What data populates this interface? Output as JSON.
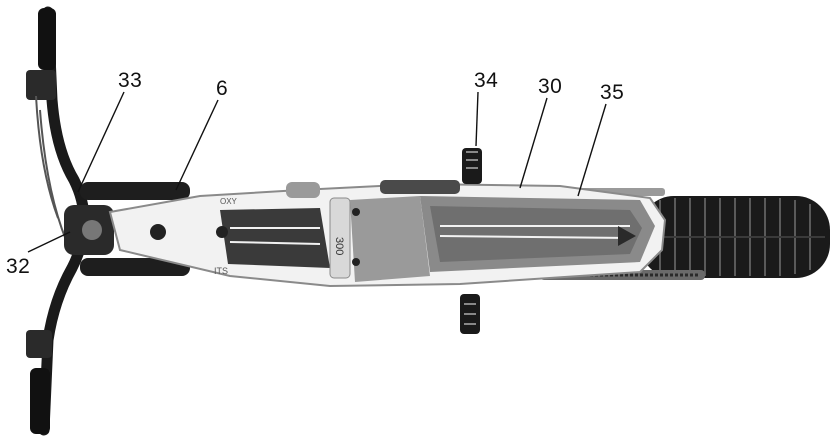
{
  "figure": {
    "callouts": [
      {
        "id": "c33",
        "label": "33"
      },
      {
        "id": "c6",
        "label": "6"
      },
      {
        "id": "c34",
        "label": "34"
      },
      {
        "id": "c30",
        "label": "30"
      },
      {
        "id": "c35",
        "label": "35"
      },
      {
        "id": "c32",
        "label": "32"
      }
    ],
    "frame_text": {
      "number": "300",
      "logo_left": "ITS",
      "logo_top": "OXY"
    },
    "colors": {
      "ink": "#111111",
      "frame_white": "#f2f2f2",
      "frame_grey": "#8a8a8a",
      "graphic_dark": "#3a3a3a",
      "tyre": "#1a1a1a"
    }
  }
}
